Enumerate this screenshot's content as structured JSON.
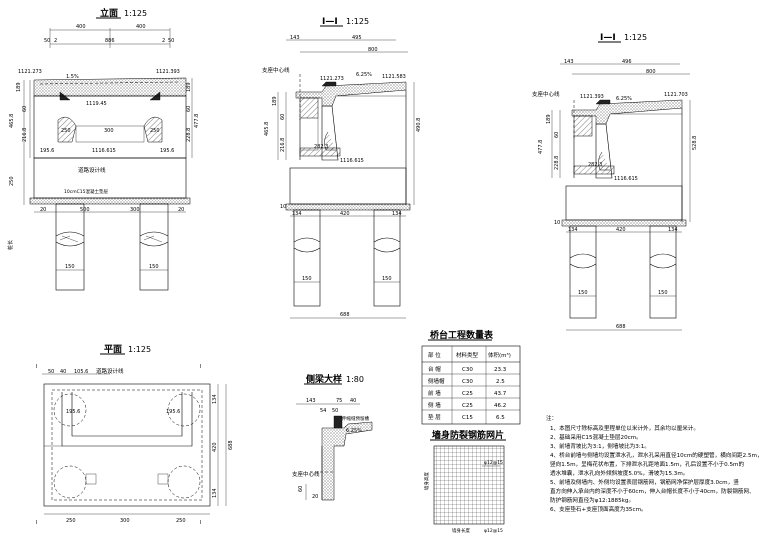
{
  "titles": {
    "elevation": "立面",
    "elevation_scale": "1:125",
    "section_1": "I—I",
    "section_1_scale": "1:125",
    "section_2": "I—I",
    "section_2_scale": "1:125",
    "plan": "平面",
    "plan_scale": "1:125",
    "detail": "侧梁大样",
    "detail_scale": "1:80",
    "quantity_table": "桥台工程数量表",
    "mesh": "墙身防裂钢筋网片"
  },
  "elevation": {
    "dims_top": [
      "400",
      "400",
      "50",
      "2",
      "886",
      "2",
      "50"
    ],
    "elev_left": "1121.273",
    "elev_right": "1121.393",
    "slope": "1.5%",
    "elev_mid": "1119.45",
    "elev_bottom": "1116.615",
    "left_dims": [
      "189",
      "60",
      "465.8",
      "216.8",
      "250"
    ],
    "right_dims": [
      "189",
      "60",
      "477.8",
      "228.8"
    ],
    "radius_left": "195.6",
    "radius_right": "195.6",
    "bottom_dims": [
      "250",
      "300",
      "250"
    ],
    "base_dims": [
      "20",
      "500",
      "300",
      "20"
    ],
    "road_line": "道路设计线",
    "cushion": "10cmC15混凝土垫层",
    "pile_dia": "150",
    "side_label": "桩长"
  },
  "section1": {
    "dims_top": [
      "143",
      "495",
      "800"
    ],
    "support_line": "支座中心线",
    "elev_left": "1121.273",
    "slope": "6.25%",
    "elev_right": "1121.583",
    "left_dims": [
      "189",
      "60",
      "465.8",
      "216.8"
    ],
    "right_dim": "490.8",
    "width_282": "282.3",
    "elev_bottom": "1116.615",
    "base_dims": [
      "134",
      "420",
      "134"
    ],
    "footing_dim": "10",
    "pile_dia": "150",
    "total": "688"
  },
  "section2": {
    "dims_top": [
      "143",
      "496",
      "800"
    ],
    "support_line": "支座中心线",
    "elev_left": "1121.393",
    "slope": "6.25%",
    "elev_right": "1121.703",
    "left_dims": [
      "189",
      "60",
      "477.8",
      "228.8"
    ],
    "right_dim": "528.8",
    "width_282": "282.3",
    "elev_bottom": "1116.615",
    "base_dims": [
      "134",
      "420",
      "134"
    ],
    "footing_dim": "10",
    "pile_dia": "150",
    "total": "688"
  },
  "plan": {
    "dims_top": [
      "50",
      "40",
      "105.6"
    ],
    "road_line": "道路设计线",
    "radius_left": "195.6",
    "radius_right": "195.6",
    "right_dims": [
      "134",
      "420",
      "688",
      "134"
    ],
    "bottom_dims": [
      "250",
      "300",
      "250"
    ],
    "marker": "I"
  },
  "detail": {
    "dims_top": [
      "143",
      "75",
      "40",
      "54",
      "50"
    ],
    "gap_label": "伸缩缝预留槽",
    "slope": "6.25%",
    "support_line": "支座中心线",
    "left_dims": [
      "60",
      "20"
    ]
  },
  "quantity_table": {
    "headers": [
      "部 位",
      "材料类型",
      "体积(m³)"
    ],
    "rows": [
      [
        "台 帽",
        "C30",
        "23.3"
      ],
      [
        "侧墙帽",
        "C30",
        "2.5"
      ],
      [
        "前 墙",
        "C25",
        "43.7"
      ],
      [
        "侧 墙",
        "C25",
        "46.2"
      ],
      [
        "垫 层",
        "C15",
        "6.5"
      ]
    ]
  },
  "mesh": {
    "label_top": "φ12@15",
    "label_bottom": "φ12@15",
    "label_left": "墙身高度",
    "label_base": "墙身长度"
  },
  "notes": {
    "head": "注：",
    "items": [
      "1、本图尺寸除标高及里程单位以米计外，其余均以厘米计。",
      "2、基础采用C15混凝土垫层20cm。",
      "3、前墙背坡比为3:1，侧墙坡比为3:1。",
      "4、桥台前墙与侧墙均设置泄水孔，泄水孔采用直径10cm的硬塑管，横向间距2.5m，",
      "   竖向1.5m，呈梅花状布置，下排泄水孔距地面1.5m，孔后设置不小于0.5m的",
      "   透水堆囊，泄水孔向外倾斜坡度5.0%，滑坡为15.3m。",
      "5、前墙及侧墙内、外侧均设置表层钢筋网，钢筋网净保护层厚度3.0cm，竖",
      "   直方向伸入承台内的深度不小于60cm，伸入台帽长度不小于40cm，防裂钢筋网、",
      "   防护钢筋网直径为φ12:1885kg。",
      "6、支座垫石+支座顶面高度为35cm。"
    ]
  }
}
